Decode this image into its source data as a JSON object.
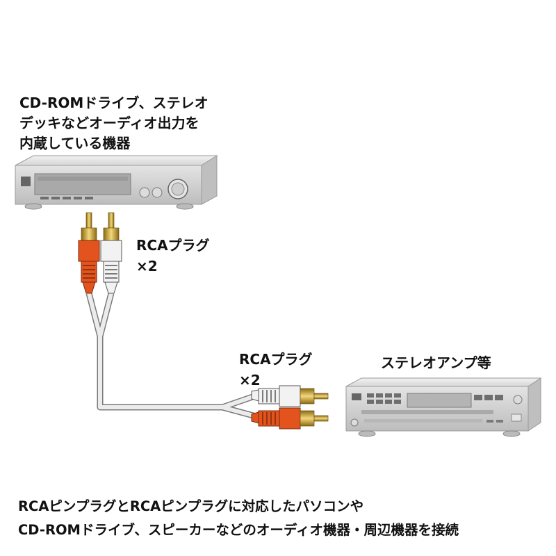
{
  "labels": {
    "source_device": [
      "CD-ROMドライブ、ステレオ",
      "デッキなどオーディオ出力を",
      "内蔵している機器"
    ],
    "plug_top": [
      "RCAプラグ",
      "×2"
    ],
    "plug_bottom": [
      "RCAプラグ",
      "×2"
    ],
    "amp_device": "ステレオアンプ等"
  },
  "footer": [
    "RCAピンプラグとRCAピンプラグに対応したパソコンや",
    "CD-ROMドライブ、スピーカーなどのオーディオ機器・周辺機器を接続"
  ],
  "colors": {
    "plug_red": "#e2531e",
    "plug_white": "#f2f2f2",
    "device_body": "#e9e9e9",
    "device_front": "#d7d7d7",
    "gold_pin": "#c8a13a",
    "cable": "#dcdcdc"
  }
}
